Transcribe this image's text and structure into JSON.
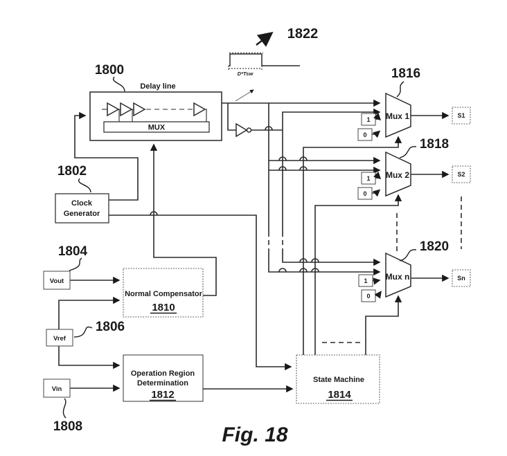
{
  "figure_caption": "Fig. 18",
  "refs": {
    "r1800": "1800",
    "r1802": "1802",
    "r1804": "1804",
    "r1806": "1806",
    "r1808": "1808",
    "r1822": "1822"
  },
  "waveform": {
    "label": "D*Tsw"
  },
  "delay_line": {
    "title": "Delay line",
    "mux_bar": "MUX"
  },
  "clock_generator": {
    "line1": "Clock",
    "line2": "Generator"
  },
  "sources": {
    "vout": "Vout",
    "vref": "Vref",
    "vin": "Vin"
  },
  "normal_compensator": {
    "title": "Normal Compensator",
    "ref": "1810"
  },
  "operation_region": {
    "line1": "Operation Region",
    "line2": "Determination",
    "ref": "1812"
  },
  "state_machine": {
    "title": "State Machine",
    "ref": "1814"
  },
  "muxes": [
    {
      "label": "Mux 1",
      "ref": "1816",
      "one": "1",
      "zero": "0",
      "output": "S1"
    },
    {
      "label": "Mux 2",
      "ref": "1818",
      "one": "1",
      "zero": "0",
      "output": "S2"
    },
    {
      "label": "Mux n",
      "ref": "1820",
      "one": "1",
      "zero": "0",
      "output": "Sn"
    }
  ]
}
